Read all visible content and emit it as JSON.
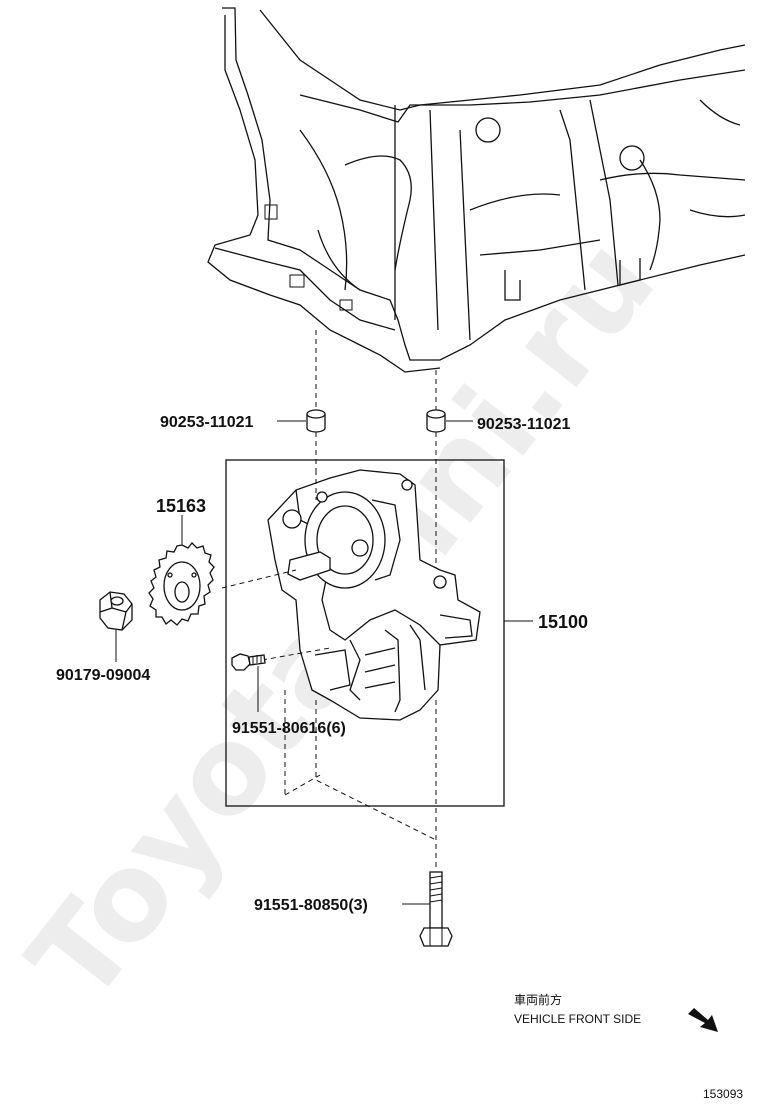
{
  "watermark": "ToyotaMini.ru",
  "parts": {
    "collar_left": "90253-11021",
    "collar_right": "90253-11021",
    "sprocket": "15163",
    "nut": "90179-09004",
    "oil_pump_assembly": "15100",
    "small_bolt": "91551-80616(6)",
    "long_bolt": "91551-80850(3)"
  },
  "direction_note": {
    "japanese": "車両前方",
    "english": "VEHICLE FRONT SIDE"
  },
  "reference_number": "153093"
}
